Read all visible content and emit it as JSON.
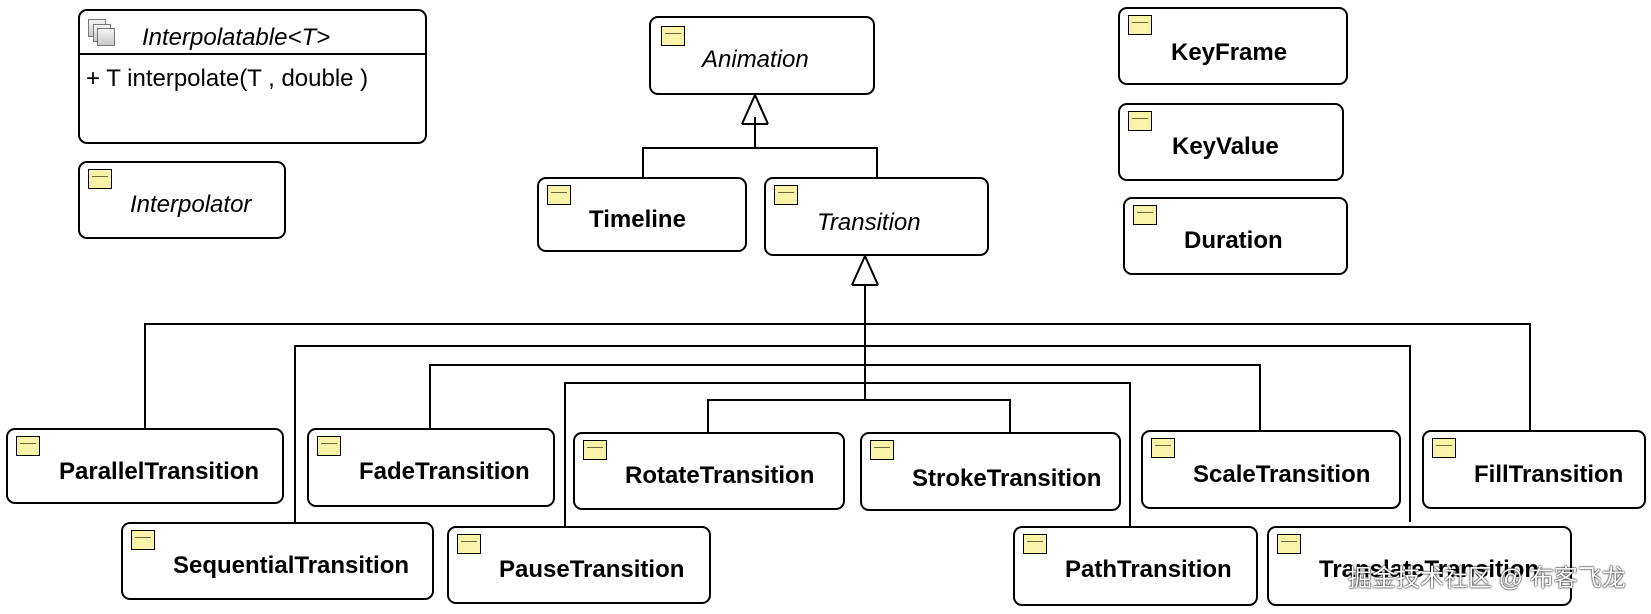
{
  "interface": {
    "name": "Interpolatable<T>",
    "method": "+ T interpolate(T , double )"
  },
  "classes": {
    "interpolator": "Interpolator",
    "animation": "Animation",
    "timeline": "Timeline",
    "transition": "Transition",
    "keyframe": "KeyFrame",
    "keyvalue": "KeyValue",
    "duration": "Duration",
    "parallel": "ParallelTransition",
    "fade": "FadeTransition",
    "rotate": "RotateTransition",
    "stroke": "StrokeTransition",
    "scale": "ScaleTransition",
    "fill": "FillTransition",
    "sequential": "SequentialTransition",
    "pause": "PauseTransition",
    "path": "PathTransition",
    "translate": "TranslateTransition"
  },
  "watermark": "掘金技术社区 @ 布客飞龙",
  "colors": {
    "class_icon": "#f7f3a8",
    "border": "#000000"
  }
}
